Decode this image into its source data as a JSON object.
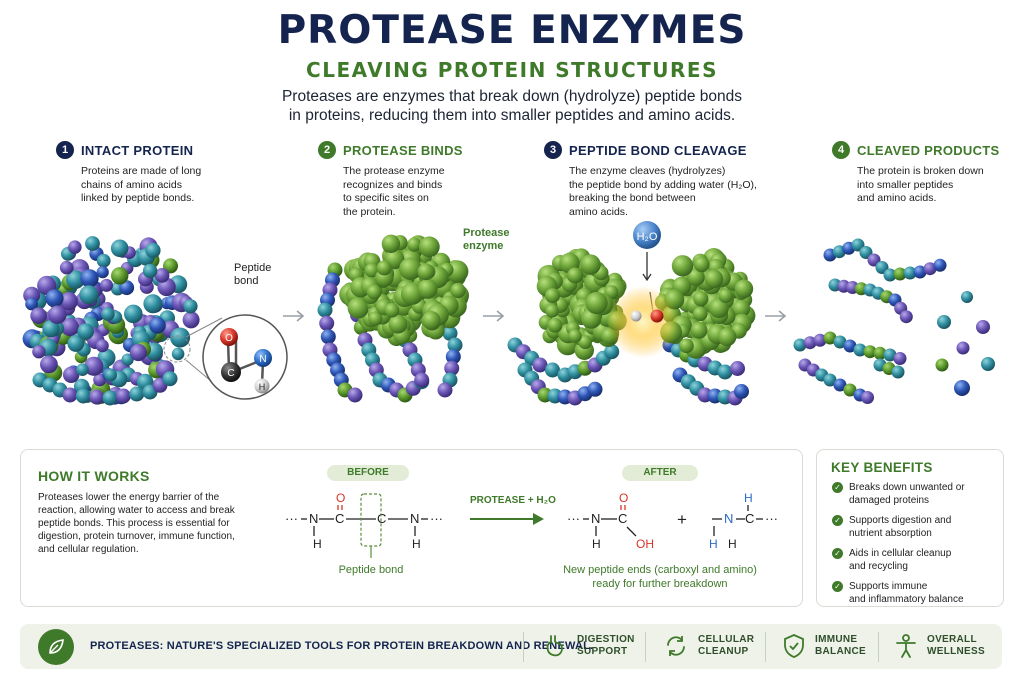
{
  "header": {
    "title": "PROTEASE ENZYMES",
    "subtitle": "CLEAVING PROTEIN STRUCTURES",
    "intro_line1": "Proteases are enzymes that break down (hydrolyze) peptide bonds",
    "intro_line2": "in proteins, reducing them into smaller peptides and amino acids."
  },
  "steps": [
    {
      "num": "1",
      "title": "INTACT PROTEIN",
      "desc": [
        "Proteins are made of long",
        "chains of amino acids",
        "linked by peptide bonds."
      ]
    },
    {
      "num": "2",
      "title": "PROTEASE BINDS",
      "desc": [
        "The protease enzyme",
        "recognizes and binds",
        "to specific sites on",
        "the protein."
      ]
    },
    {
      "num": "3",
      "title": "PEPTIDE BOND CLEAVAGE",
      "desc": [
        "The enzyme cleaves (hydrolyzes)",
        "the peptide bond by adding water (H₂O),",
        "breaking the bond between",
        "amino acids."
      ]
    },
    {
      "num": "4",
      "title": "CLEAVED PRODUCTS",
      "desc": [
        "The protein is broken down",
        "into smaller peptides",
        "and amino acids."
      ]
    }
  ],
  "labels": {
    "peptide_bond_1": "Peptide",
    "peptide_bond_2": "bond",
    "atom_o": "O",
    "atom_c": "C",
    "atom_n": "N",
    "atom_h": "H",
    "protease_1": "Protease",
    "protease_2": "enzyme",
    "water": "H₂O"
  },
  "how_it_works": {
    "title": "HOW IT WORKS",
    "desc": [
      "Proteases lower the energy barrier of the",
      "reaction, allowing water to access and break",
      "peptide bonds. This process is essential for",
      "digestion, protein turnover, immune function,",
      "and cellular regulation."
    ],
    "before_label": "BEFORE",
    "after_label": "AFTER",
    "arrow_label": "PROTEASE + H₂O",
    "bond_caption": "Peptide bond",
    "after_caption_1": "New peptide ends (carboxyl and amino)",
    "after_caption_2": "ready for further breakdown",
    "chem": {
      "dots": "···",
      "n": "N",
      "c": "C",
      "h": "H",
      "o": "O",
      "oh": "OH",
      "plus": "+"
    }
  },
  "key_benefits": {
    "title": "KEY BENEFITS",
    "items": [
      [
        "Breaks down unwanted or",
        "damaged proteins"
      ],
      [
        "Supports digestion and",
        "nutrient absorption"
      ],
      [
        "Aids in cellular cleanup",
        "and recycling"
      ],
      [
        "Supports immune",
        "and inflammatory balance"
      ]
    ]
  },
  "footer": {
    "tagline": "PROTEASES: NATURE'S SPECIALIZED TOOLS FOR PROTEIN BREAKDOWN AND RENEWAL.",
    "features": [
      {
        "icon": "stomach-icon",
        "line1": "DIGESTION",
        "line2": "SUPPORT"
      },
      {
        "icon": "recycle-icon",
        "line1": "CELLULAR",
        "line2": "CLEANUP"
      },
      {
        "icon": "shield-check-icon",
        "line1": "IMMUNE",
        "line2": "BALANCE"
      },
      {
        "icon": "person-icon",
        "line1": "OVERALL",
        "line2": "WELLNESS"
      }
    ]
  },
  "colors": {
    "navy": "#14244f",
    "green": "#3f7a2a",
    "teal": "#2f8fa0",
    "purple": "#6a55b5",
    "oxygen": "#d73527",
    "nitrogen": "#2b6cc4"
  }
}
